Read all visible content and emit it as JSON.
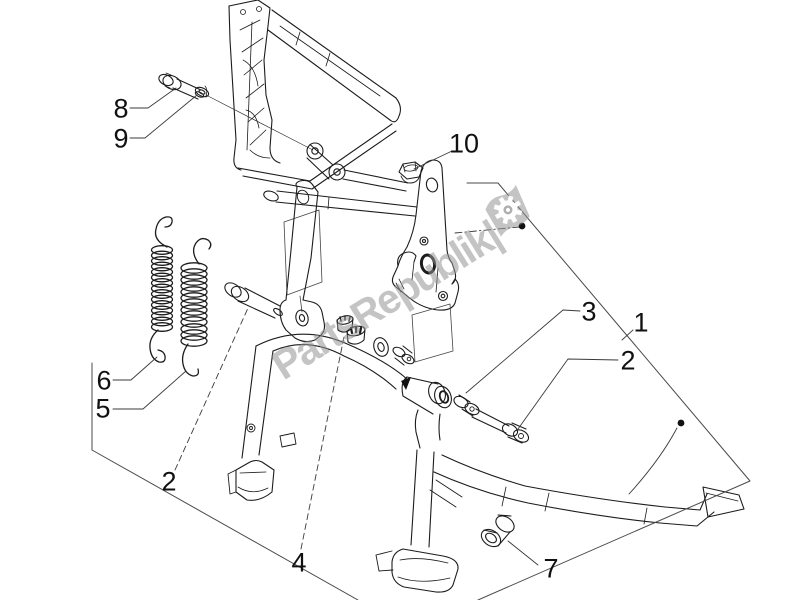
{
  "diagram": {
    "type": "exploded-parts-drawing",
    "line_color": "#1c1c1c",
    "leader_color": "#3a3a3a",
    "callouts": [
      {
        "label": "8"
      },
      {
        "label": "9"
      },
      {
        "label": "10"
      },
      {
        "label": "6"
      },
      {
        "label": "5"
      },
      {
        "label": "2"
      },
      {
        "label": "4"
      },
      {
        "label": "7"
      },
      {
        "label": "3"
      },
      {
        "label": "1"
      },
      {
        "label": "2"
      }
    ]
  },
  "watermark": {
    "text": "PartsRepublik|",
    "color": "#949494"
  }
}
